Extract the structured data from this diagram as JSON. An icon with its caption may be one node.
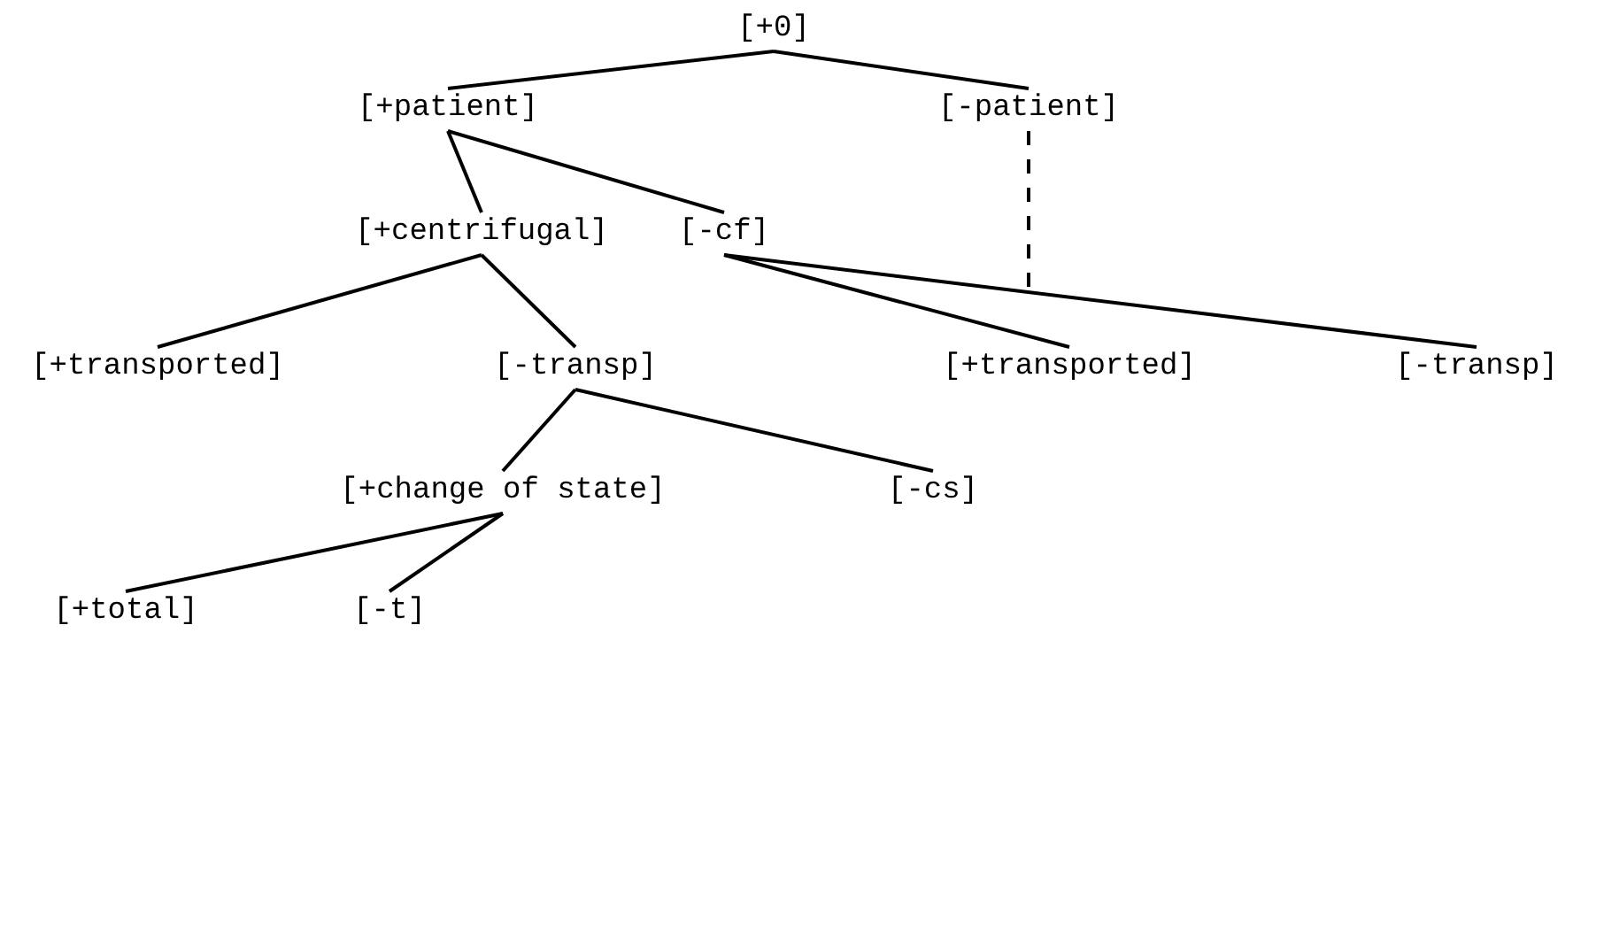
{
  "diagram": {
    "nodes": [
      {
        "text": [
          "[+0]"
        ]
      },
      {
        "text": [
          "[+patient]"
        ]
      },
      {
        "text": [
          "[-patient]"
        ]
      },
      {
        "text": [
          "[+centrifugal]"
        ]
      },
      {
        "text": [
          "[-cf]"
        ]
      },
      {
        "text": [
          "[+transported]"
        ]
      },
      {
        "text": [
          "[-transp]"
        ]
      },
      {
        "text": [
          "[+transported]"
        ]
      },
      {
        "text": [
          "[-transp]"
        ]
      },
      {
        "text": [
          "[+change of state]"
        ]
      },
      {
        "text": [
          "[-cs]"
        ]
      },
      {
        "text": [
          "[+total]"
        ]
      },
      {
        "text": [
          "[-t]"
        ]
      }
    ],
    "edges": [
      {
        "from": 0,
        "to": 1,
        "arrow": "none"
      },
      {
        "from": 0,
        "to": 2,
        "arrow": "none"
      },
      {
        "from": 1,
        "to": 3,
        "arrow": "none"
      },
      {
        "from": 1,
        "to": 4,
        "arrow": "none"
      },
      {
        "from": 2,
        "to": null,
        "arrow": "none",
        "style": "dashed"
      },
      {
        "from": 3,
        "to": 5,
        "arrow": "none"
      },
      {
        "from": 3,
        "to": 6,
        "arrow": "none"
      },
      {
        "from": 4,
        "to": 7,
        "arrow": "none"
      },
      {
        "from": 4,
        "to": 8,
        "arrow": "none"
      },
      {
        "from": 6,
        "to": 9,
        "arrow": "none"
      },
      {
        "from": 6,
        "to": 10,
        "arrow": "none"
      },
      {
        "from": 9,
        "to": 11,
        "arrow": "none"
      },
      {
        "from": 9,
        "to": 12,
        "arrow": "none"
      }
    ]
  }
}
